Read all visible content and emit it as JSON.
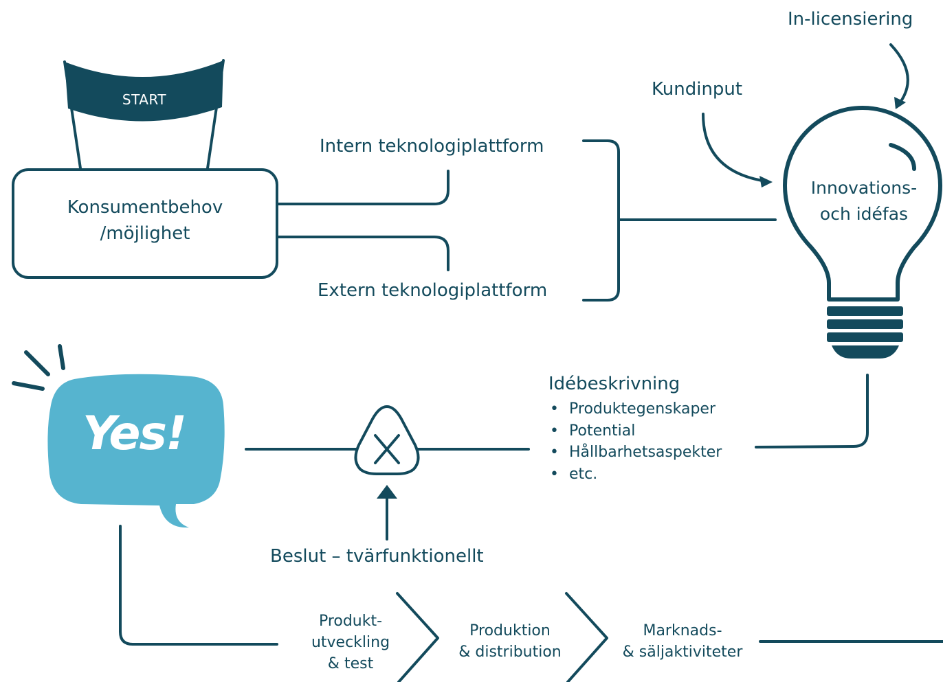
{
  "start_label": "START",
  "start_box": {
    "line1": "Konsumentbehov",
    "line2": "/möjlighet"
  },
  "tech": {
    "internal": "Intern teknologiplattform",
    "external": "Extern teknologiplattform"
  },
  "inputs": {
    "customer": "Kundinput",
    "licensing": "In-licensiering"
  },
  "bulb": {
    "line1": "Innovations-",
    "line2": "och idéfas"
  },
  "idea": {
    "title": "Idébeskrivning",
    "items": [
      "Produktegenskaper",
      "Potential",
      "Hållbarhetsaspekter",
      "etc."
    ]
  },
  "decision": "Beslut – tvärfunktionellt",
  "yes": "Yes!",
  "stages": [
    {
      "lines": [
        "Produkt-",
        "utveckling",
        "& test"
      ]
    },
    {
      "lines": [
        "Produktion",
        "& distribution"
      ]
    },
    {
      "lines": [
        "Marknads-",
        "& säljaktiviteter"
      ]
    }
  ],
  "colors": {
    "dark": "#134a5c",
    "light": "#56b4cf",
    "background": "#ffffff"
  },
  "icons": [
    "banner-icon",
    "lightbulb-icon",
    "speech-bubble-icon",
    "decision-gate-icon",
    "arrow-up-icon"
  ]
}
